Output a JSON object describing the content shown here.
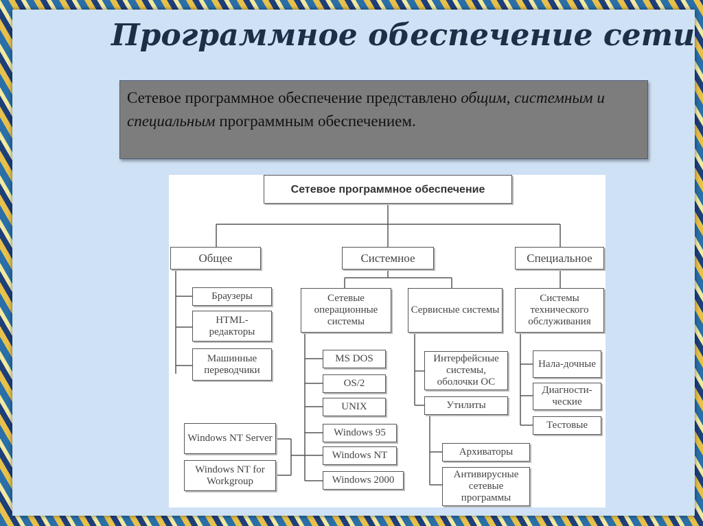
{
  "slide": {
    "title": "Программное обеспечение сети",
    "text_part1": "Сетевое программное обеспечение представлено ",
    "text_italic": "общим, системным и специальным",
    "text_part2": " программным обеспечением."
  },
  "diagram": {
    "root": "Сетевое программное обеспечение",
    "general": {
      "label": "Общее",
      "items": [
        "Браузеры",
        "HTML-редакторы",
        "Машинные переводчики"
      ]
    },
    "system": {
      "label": "Системное",
      "netos": {
        "label": "Сетевые операционные системы",
        "items": [
          "MS DOS",
          "OS/2",
          "UNIX",
          "Windows 95",
          "Windows NT",
          "Windows 2000"
        ],
        "nt_variants": [
          "Windows NT Server",
          "Windows NT for Workgroup"
        ]
      },
      "service": {
        "label": "Сервисные системы",
        "items": [
          "Интерфейсные системы, оболочки ОС",
          "Утилиты"
        ],
        "utilities": [
          "Архиваторы",
          "Антивирусные сетевые программы"
        ]
      }
    },
    "special": {
      "label": "Специальное",
      "tech": {
        "label": "Системы технического обслуживания",
        "items": [
          "Нала-дочные",
          "Диагности-ческие",
          "Тестовые"
        ]
      }
    }
  }
}
